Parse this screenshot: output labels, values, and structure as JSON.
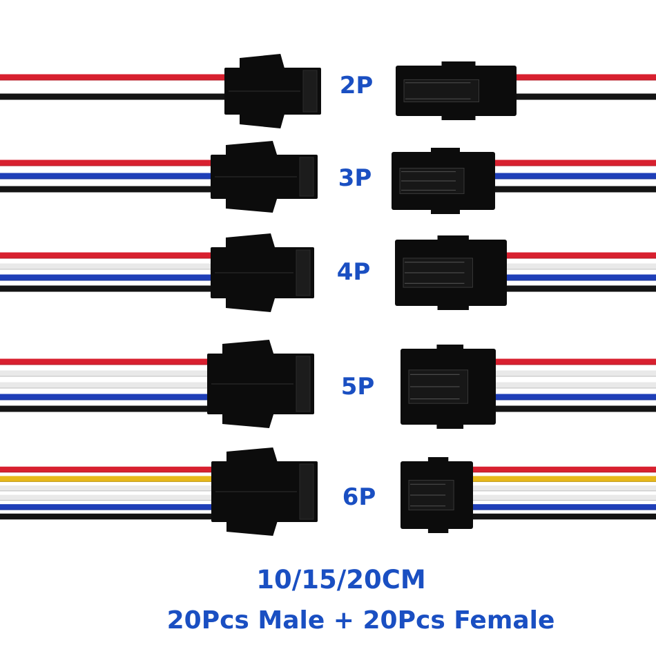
{
  "rows": [
    {
      "label": "2P",
      "wires": [
        "red",
        "black"
      ]
    },
    {
      "label": "3P",
      "wires": [
        "red",
        "blue",
        "black"
      ]
    },
    {
      "label": "4P",
      "wires": [
        "red",
        "white",
        "blue",
        "black"
      ]
    },
    {
      "label": "5P",
      "wires": [
        "red",
        "white",
        "white",
        "blue",
        "black"
      ]
    },
    {
      "label": "6P",
      "wires": [
        "red",
        "yellow",
        "white",
        "white",
        "blue",
        "black"
      ]
    }
  ],
  "caption": {
    "lengths": "10/15/20CM",
    "quantity": "20Pcs Male + 20Pcs Female"
  },
  "colors": {
    "label": "#1a4fc2",
    "red": "#d8202f",
    "black": "#141414",
    "blue": "#1f3fb8",
    "white": "#e9e9e9",
    "yellow": "#e7b81a",
    "housing": "#0c0c0c"
  }
}
